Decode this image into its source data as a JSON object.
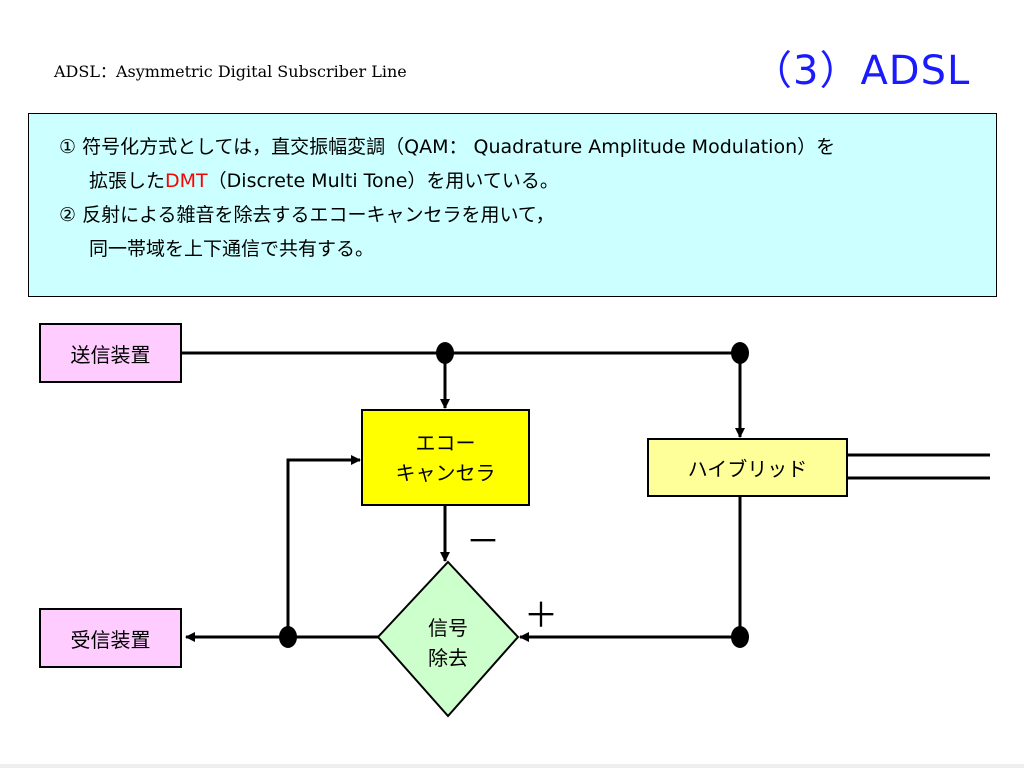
{
  "header": {
    "subtitle": "ADSL：Asymmetric Digital Subscriber Line",
    "title": "（3）ADSL"
  },
  "info": {
    "line1": "① 符号化方式としては，直交振幅変調（QAM： Quadrature Amplitude Modulation）を",
    "line2_pre": "拡張した",
    "line2_red": "DMT",
    "line2_post": "（Discrete Multi Tone）を用いている。",
    "line3": "② 反射による雑音を除去するエコーキャンセラを用いて，",
    "line4": "同一帯域を上下通信で共有する。"
  },
  "diagram": {
    "transmitter": "送信装置",
    "receiver": "受信装置",
    "echo_line1": "エコー",
    "echo_line2": "キャンセラ",
    "hybrid": "ハイブリッド",
    "remover_line1": "信号",
    "remover_line2": "除去",
    "minus_sign": "－",
    "plus_sign": "＋"
  },
  "colors": {
    "title": "#1a1aff",
    "info_background": "#ccffff",
    "device_fill": "#ffccff",
    "echo_fill": "#ffff00",
    "hybrid_fill": "#ffff99",
    "diamond_fill": "#ccffcc",
    "highlight": "#ff0000"
  }
}
